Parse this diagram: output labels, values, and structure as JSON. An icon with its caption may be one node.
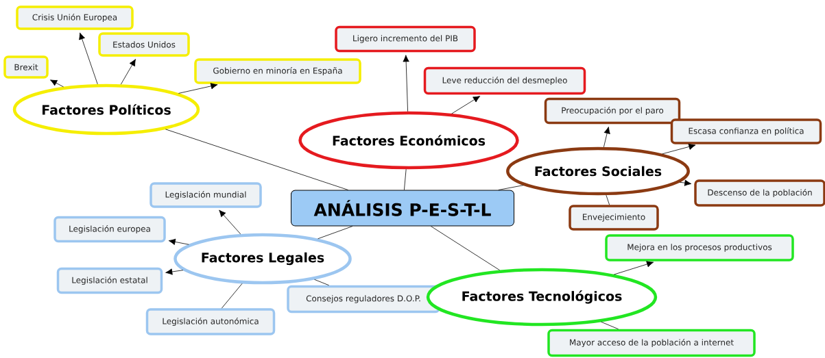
{
  "diagram": {
    "nodes": [
      {
        "text": [
          "ANÁLISIS P-E-S-T-L"
        ]
      },
      {
        "text": [
          "Factores Políticos"
        ]
      },
      {
        "text": [
          "Crisis Unión Europea"
        ]
      },
      {
        "text": [
          "Estados Unidos"
        ]
      },
      {
        "text": [
          "Brexit"
        ]
      },
      {
        "text": [
          "Gobierno en minoría en España"
        ]
      },
      {
        "text": [
          "Factores Económicos"
        ]
      },
      {
        "text": [
          "Ligero incremento del PIB"
        ]
      },
      {
        "text": [
          "Leve reducción del desmepleo"
        ]
      },
      {
        "text": [
          "Factores Sociales"
        ]
      },
      {
        "text": [
          "Preocupación por el paro"
        ]
      },
      {
        "text": [
          "Escasa confianza en política"
        ]
      },
      {
        "text": [
          "Descenso de la población"
        ]
      },
      {
        "text": [
          "Envejecimiento"
        ]
      },
      {
        "text": [
          "Factores Legales"
        ]
      },
      {
        "text": [
          "Legislación mundial"
        ]
      },
      {
        "text": [
          "Legislación europea"
        ]
      },
      {
        "text": [
          "Legislación estatal"
        ]
      },
      {
        "text": [
          "Legislación autonómica"
        ]
      },
      {
        "text": [
          "Consejos reguladores D.O.P."
        ]
      },
      {
        "text": [
          "Factores Tecnológicos"
        ]
      },
      {
        "text": [
          "Mejora en los procesos productivos"
        ]
      },
      {
        "text": [
          "Mayor acceso de la población a internet"
        ]
      }
    ],
    "edges": [
      {
        "from": 0,
        "to": 1,
        "arrow": "none"
      },
      {
        "from": 0,
        "to": 6,
        "arrow": "none"
      },
      {
        "from": 0,
        "to": 9,
        "arrow": "none"
      },
      {
        "from": 0,
        "to": 14,
        "arrow": "none"
      },
      {
        "from": 0,
        "to": 20,
        "arrow": "none"
      },
      {
        "from": 1,
        "to": 2,
        "arrow": "to"
      },
      {
        "from": 1,
        "to": 3,
        "arrow": "to"
      },
      {
        "from": 1,
        "to": 4,
        "arrow": "to"
      },
      {
        "from": 1,
        "to": 5,
        "arrow": "to"
      },
      {
        "from": 6,
        "to": 7,
        "arrow": "to"
      },
      {
        "from": 6,
        "to": 8,
        "arrow": "to"
      },
      {
        "from": 9,
        "to": 10,
        "arrow": "to"
      },
      {
        "from": 9,
        "to": 11,
        "arrow": "to"
      },
      {
        "from": 9,
        "to": 12,
        "arrow": "to"
      },
      {
        "from": 9,
        "to": 13,
        "arrow": "none"
      },
      {
        "from": 14,
        "to": 15,
        "arrow": "to"
      },
      {
        "from": 14,
        "to": 16,
        "arrow": "to"
      },
      {
        "from": 14,
        "to": 17,
        "arrow": "to"
      },
      {
        "from": 14,
        "to": 18,
        "arrow": "none"
      },
      {
        "from": 14,
        "to": 19,
        "arrow": "none"
      },
      {
        "from": 20,
        "to": 21,
        "arrow": "to"
      },
      {
        "from": 20,
        "to": 22,
        "arrow": "none"
      }
    ]
  }
}
